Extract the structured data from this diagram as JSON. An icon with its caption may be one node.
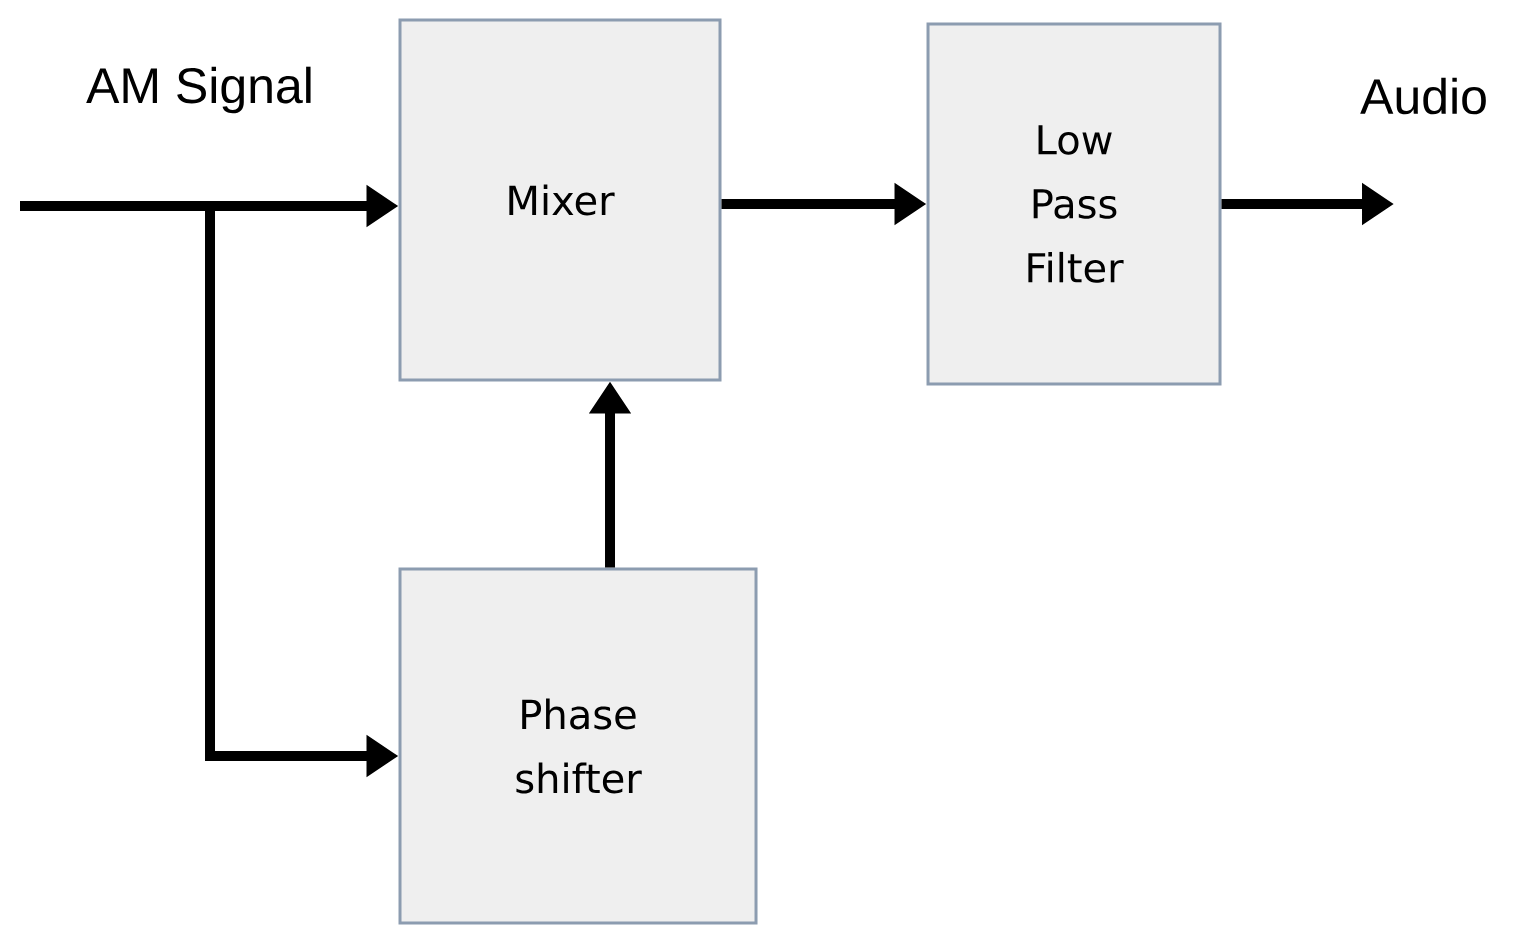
{
  "diagram": {
    "nodes": [
      {
        "text": [
          "Mixer"
        ]
      },
      {
        "text": [
          "Low Pass Filter"
        ]
      },
      {
        "text": [
          "Phase shifter"
        ]
      }
    ],
    "edges": [
      {
        "from": null,
        "to": 0,
        "arrow": "to"
      },
      {
        "from": null,
        "to": 2,
        "arrow": "to"
      },
      {
        "from": 0,
        "to": 1,
        "arrow": "to"
      },
      {
        "from": 1,
        "to": null,
        "arrow": "to"
      },
      {
        "from": 2,
        "to": 0,
        "arrow": "to"
      }
    ],
    "labels": [
      "AM Signal",
      "Audio"
    ]
  }
}
